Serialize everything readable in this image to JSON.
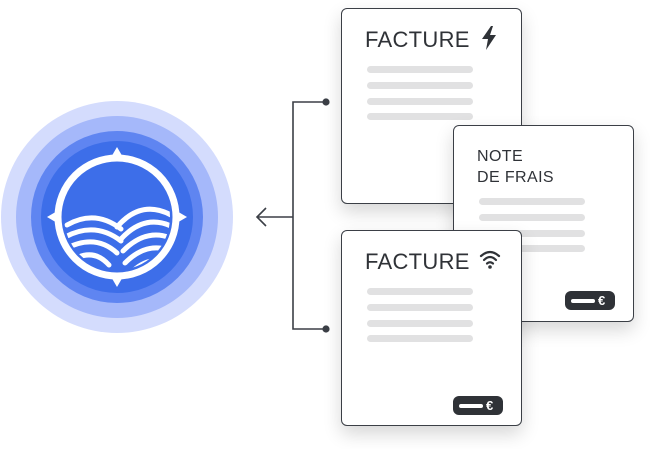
{
  "logo": {
    "icon": "compass-waves-logo-icon"
  },
  "connector": {
    "icon": "arrow-left-icon"
  },
  "cards": {
    "invoice_top": {
      "title": "FACTURE",
      "icon": "lightning-icon"
    },
    "expense_note": {
      "title_line1": "NOTE",
      "title_line2": "DE FRAIS",
      "amount_symbol": "€",
      "icon": "amount-pill-icon"
    },
    "invoice_bottom": {
      "title": "FACTURE",
      "icon": "wifi-icon",
      "amount_symbol": "€"
    }
  },
  "colors": {
    "logo_ring_outer": "#d4dcfd",
    "logo_ring_mid": "#a5b8fa",
    "logo_ring_inner": "#5f85f1",
    "logo_core": "#3d6ee9",
    "card_border": "#3b3f46",
    "text": "#2f3237",
    "placeholder_line": "#e1e1e2"
  }
}
